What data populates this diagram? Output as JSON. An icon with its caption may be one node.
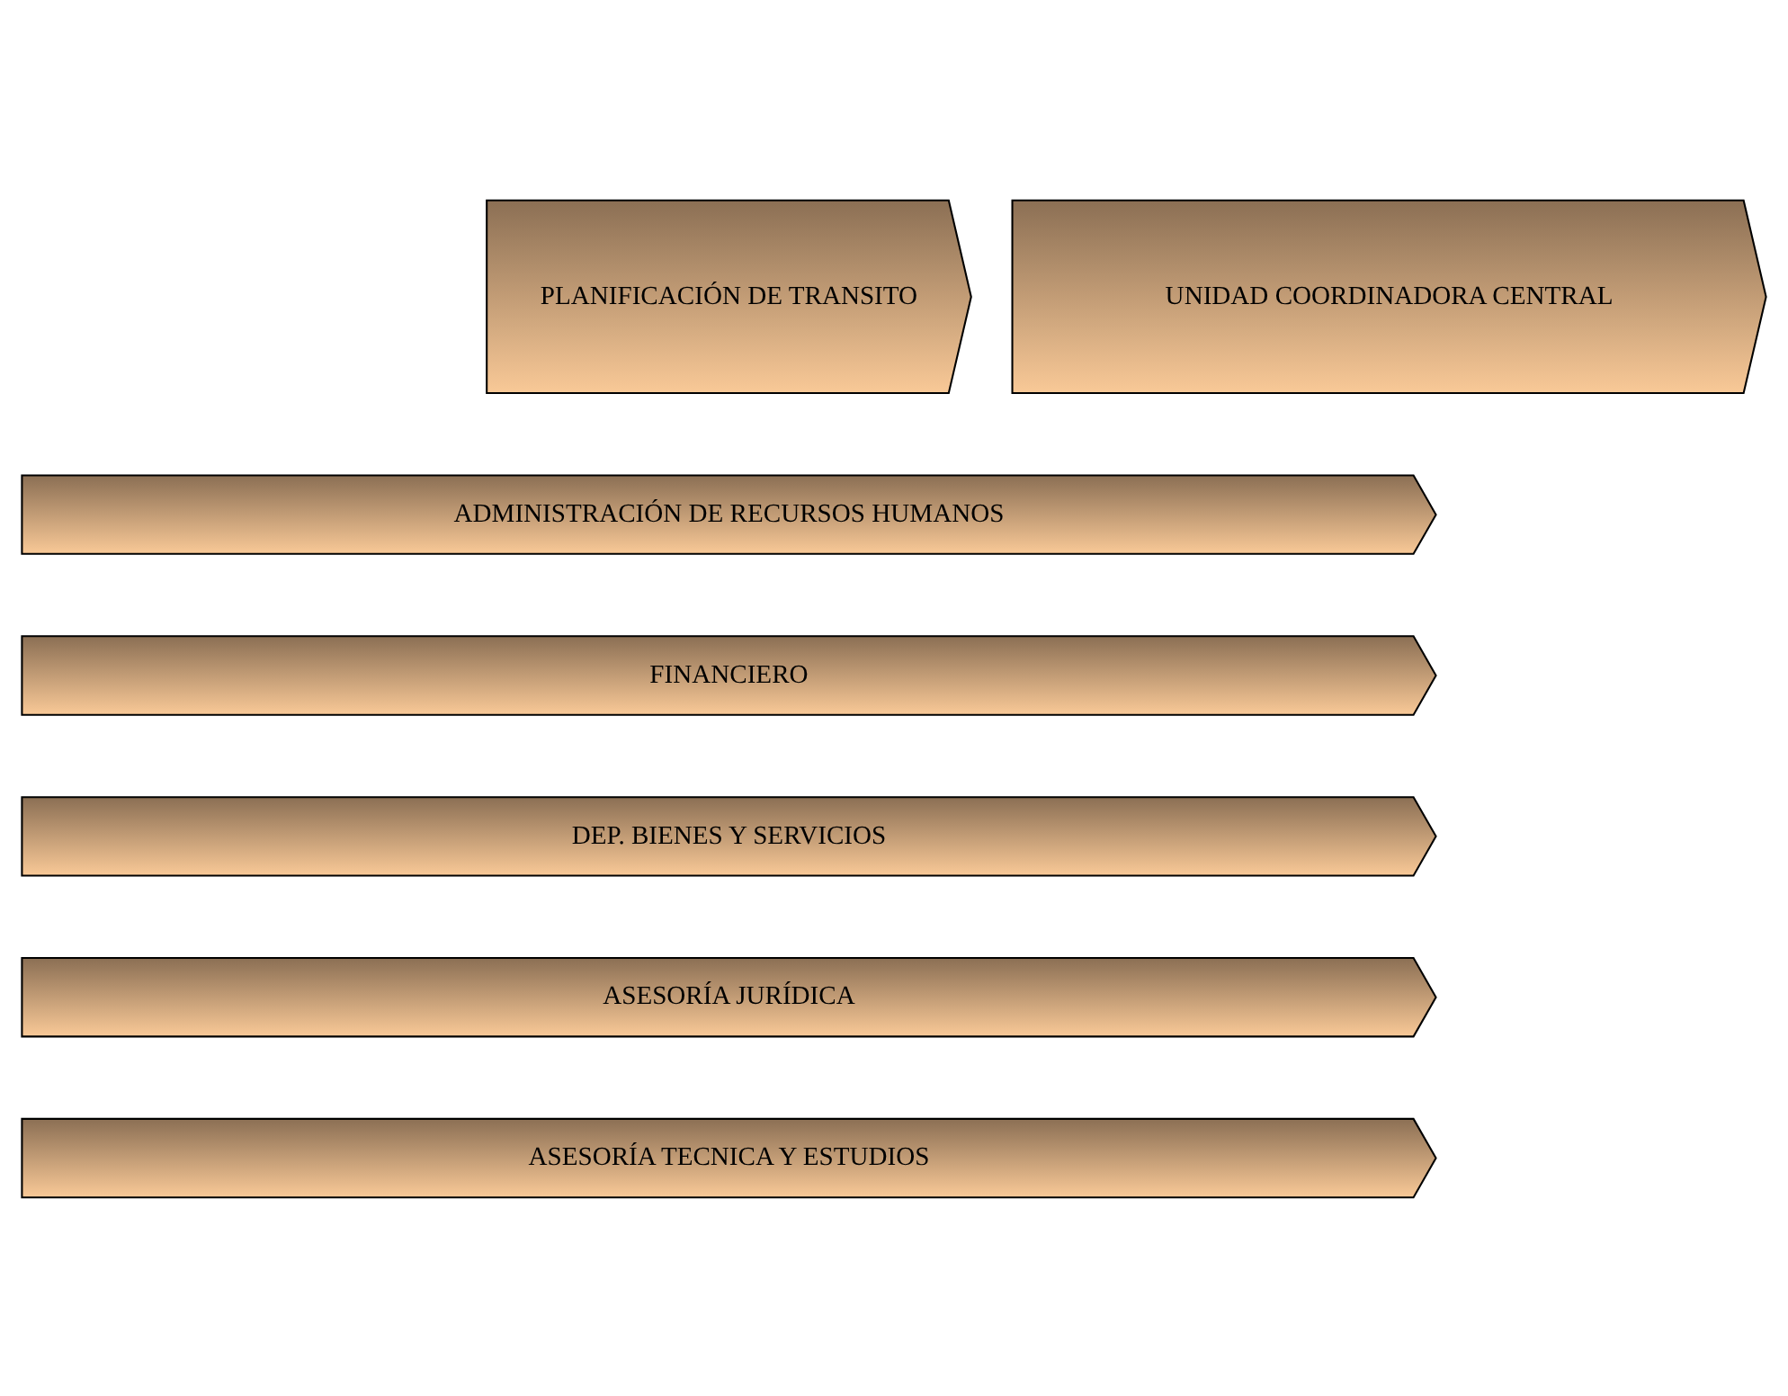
{
  "diagram": {
    "nodes": [
      {
        "text": [
          "PLANIFICACIÓN DE TRANSITO"
        ]
      },
      {
        "text": [
          "UNIDAD COORDINADORA CENTRAL"
        ]
      },
      {
        "text": [
          "ADMINISTRACIÓN DE RECURSOS HUMANOS"
        ]
      },
      {
        "text": [
          "FINANCIERO"
        ]
      },
      {
        "text": [
          "DEP. BIENES Y SERVICIOS"
        ]
      },
      {
        "text": [
          "ASESORÍA JURÍDICA"
        ]
      },
      {
        "text": [
          "ASESORÍA TECNICA Y ESTUDIOS"
        ]
      }
    ],
    "edges": []
  }
}
